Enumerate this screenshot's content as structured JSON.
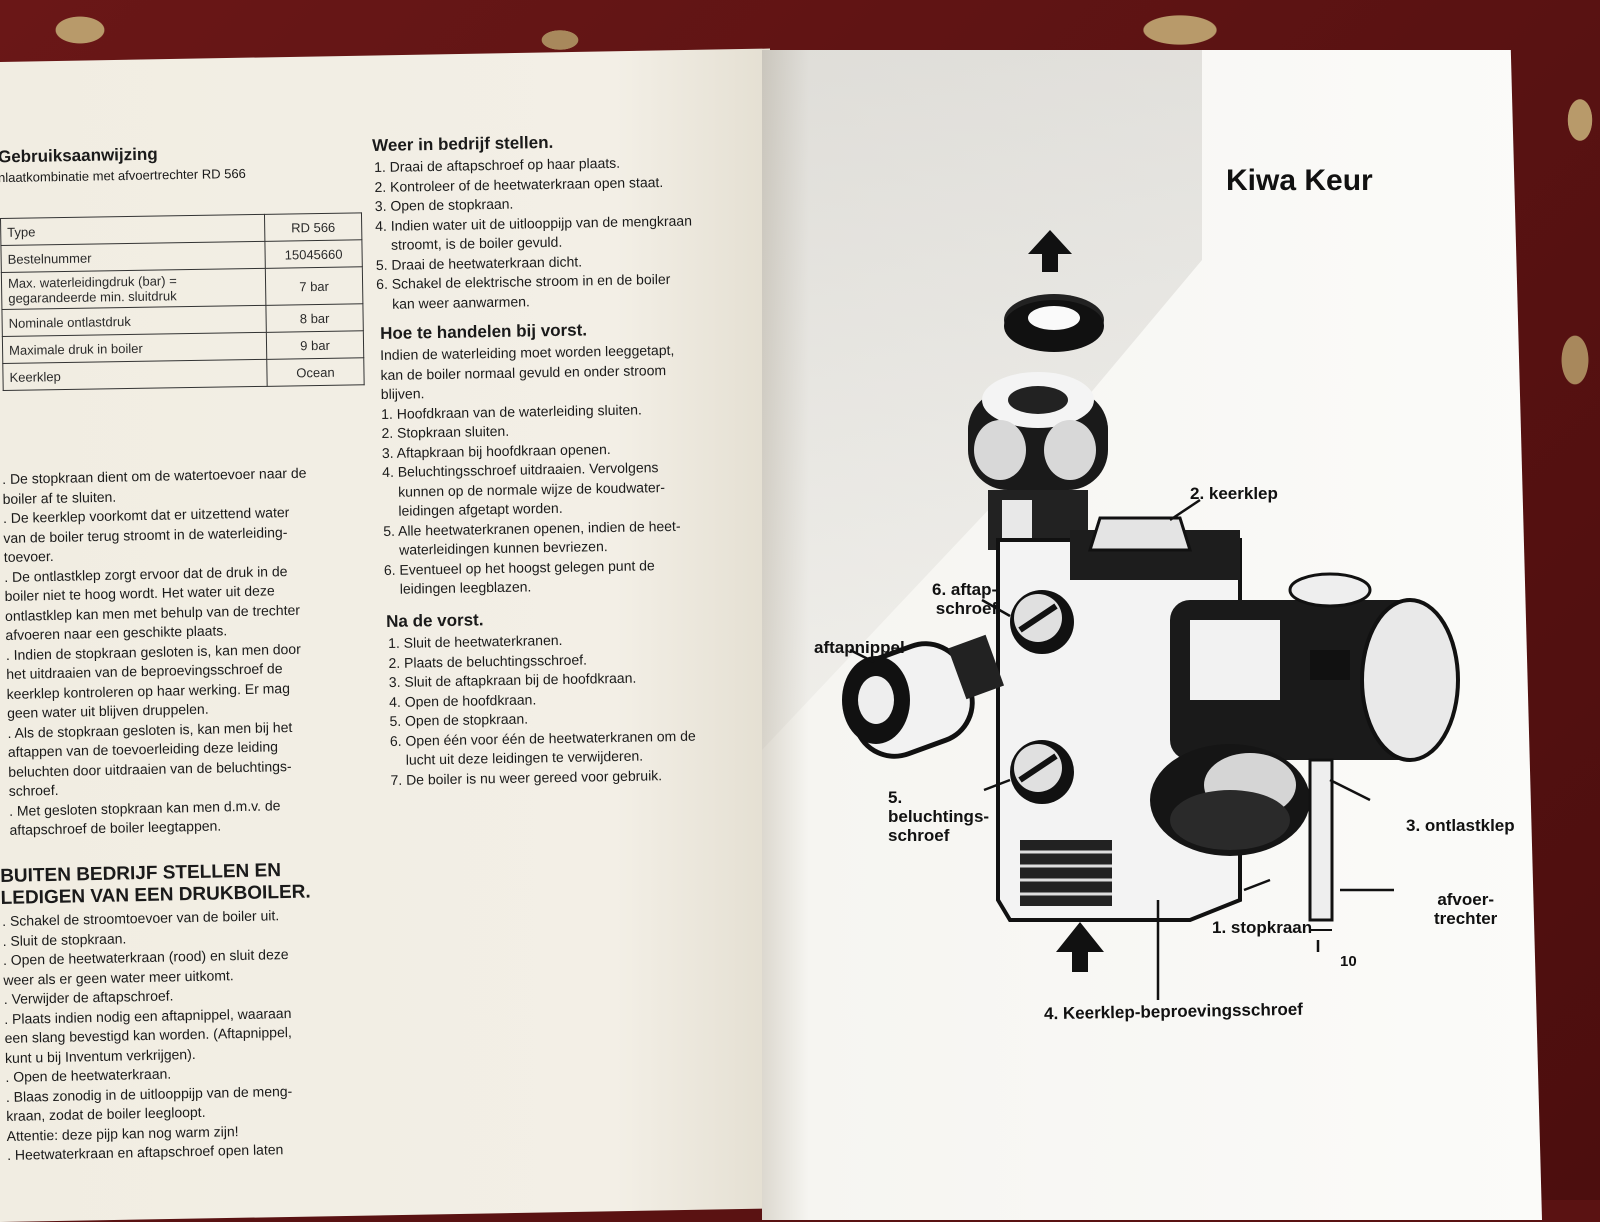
{
  "left_page": {
    "title": "Gebruiksaanwijzing",
    "subtitle": "nlaatkombinatie met afvoertrechter RD 566",
    "spec_table": [
      {
        "label": "Type",
        "value": "RD 566"
      },
      {
        "label": "Bestelnummer",
        "value": "15045660"
      },
      {
        "label": "Max. waterleidingdruk (bar) =",
        "label2": "gegarandeerde min. sluitdruk",
        "value": "7 bar"
      },
      {
        "label": "Nominale ontlastdruk",
        "value": "8 bar"
      },
      {
        "label": "Maximale druk in boiler",
        "value": "9 bar"
      },
      {
        "label": "Keerklep",
        "value": "Ocean"
      }
    ],
    "notes": [
      ". De stopkraan dient om de watertoevoer naar de",
      "boiler af te sluiten.",
      ". De keerklep voorkomt dat er uitzettend water",
      "van de boiler terug stroomt in de waterleiding-",
      "toevoer.",
      ". De ontlastklep zorgt ervoor dat de druk in de",
      "boiler niet te hoog wordt. Het water uit deze",
      "ontlastklep kan men met behulp van de trechter",
      "afvoeren naar een geschikte plaats.",
      ". Indien de stopkraan gesloten is, kan men door",
      "het uitdraaien van de beproevingsschroef de",
      "keerklep kontroleren op haar werking. Er mag",
      "geen water uit blijven druppelen.",
      ". Als de stopkraan gesloten is, kan men bij het",
      "aftappen van de toevoerleiding deze leiding",
      "beluchten door uitdraaien van de beluchtings-",
      "schroef.",
      ". Met gesloten stopkraan kan men d.m.v. de",
      "aftapschroef de boiler leegtappen."
    ],
    "buiten_heading_1": "BUITEN BEDRIJF STELLEN EN",
    "buiten_heading_2": "LEDIGEN VAN EEN DRUKBOILER.",
    "buiten_steps": [
      ". Schakel de stroomtoevoer van de boiler uit.",
      ". Sluit de stopkraan.",
      ". Open de heetwaterkraan (rood) en sluit deze",
      "weer als er geen water meer uitkomt.",
      ". Verwijder de aftapschroef.",
      ". Plaats indien nodig een aftapnippel, waaraan",
      "een slang bevestigd kan worden. (Aftapnippel,",
      "kunt u bij Inventum verkrijgen).",
      ". Open de heetwaterkraan.",
      ". Blaas zonodig in de uitlooppijp van de meng-",
      "kraan, zodat de boiler leegloopt.",
      "Attentie: deze pijp kan nog warm zijn!",
      ". Heetwaterkraan en aftapschroef open laten"
    ],
    "weer_heading": "Weer in bedrijf stellen.",
    "weer_steps": [
      "1. Draai de aftapschroef op haar plaats.",
      "2. Kontroleer of de heetwaterkraan open staat.",
      "3. Open de stopkraan.",
      "4. Indien water uit de uitlooppijp van de mengkraan",
      "    stroomt, is de boiler gevuld.",
      "5. Draai de heetwaterkraan dicht.",
      "6. Schakel de elektrische stroom in en de boiler",
      "    kan weer aanwarmen."
    ],
    "vorst_heading": "Hoe te handelen bij vorst.",
    "vorst_steps": [
      "Indien de waterleiding moet worden leeggetapt,",
      "kan de boiler normaal gevuld en onder stroom",
      "blijven.",
      "1. Hoofdkraan van de waterleiding sluiten.",
      "2. Stopkraan sluiten.",
      "3. Aftapkraan bij hoofdkraan openen.",
      "4. Beluchtingsschroef uitdraaien. Vervolgens",
      "    kunnen op de normale wijze de koudwater-",
      "    leidingen afgetapt worden.",
      "5. Alle heetwaterkranen openen, indien de heet-",
      "    waterleidingen kunnen bevriezen.",
      "6. Eventueel op het hoogst gelegen punt de",
      "    leidingen leegblazen."
    ],
    "na_heading": "Na de vorst.",
    "na_steps": [
      "1. Sluit de heetwaterkranen.",
      "2. Plaats de beluchtingsschroef.",
      "3. Sluit de aftapkraan bij de hoofdkraan.",
      "4. Open de hoofdkraan.",
      "5. Open de stopkraan.",
      "6. Open één voor één de heetwaterkranen om de",
      "    lucht uit deze leidingen te verwijderen.",
      "7. De boiler is nu weer gereed voor gebruik."
    ]
  },
  "right_page": {
    "title": "Kiwa Keur",
    "labels": {
      "keerklep": "2. keerklep",
      "aftap1": "6. aftap-",
      "aftap2": "schroef",
      "aftapnippel": "aftapnippel",
      "belucht1": "5.",
      "belucht2": "beluchtings-",
      "belucht3": "schroef",
      "ontlastklep": "3. ontlastklep",
      "afvoer1": "afvoer-",
      "afvoer2": "trechter",
      "stopkraan": "1. stopkraan",
      "ten": "10",
      "beproeving": "4. Keerklep-beproevingsschroef"
    }
  }
}
